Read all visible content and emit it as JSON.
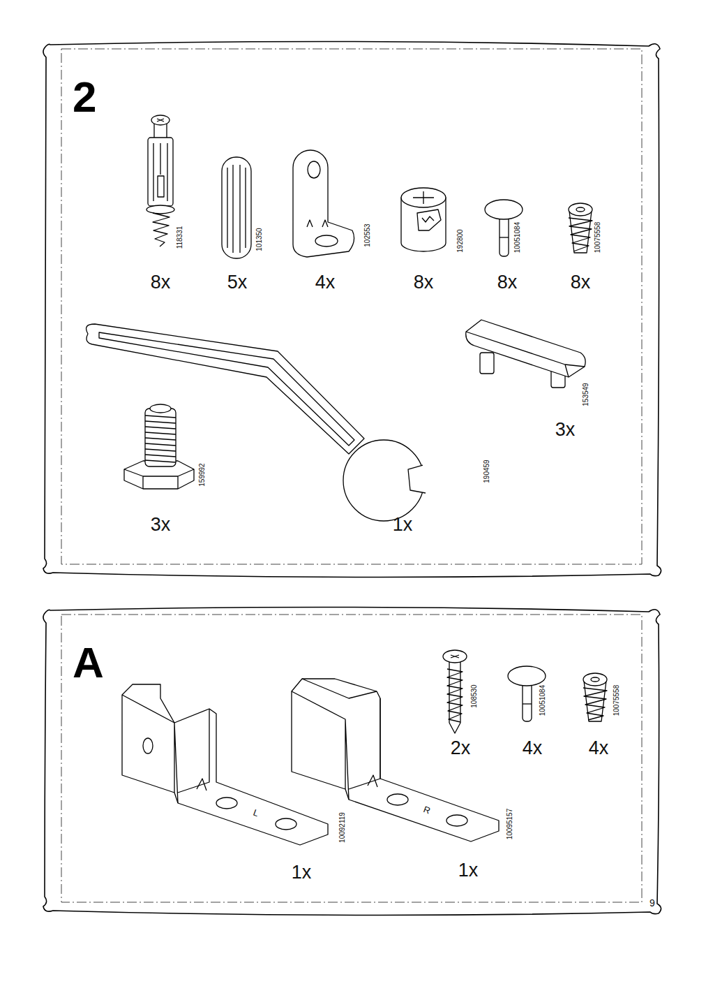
{
  "diagram": {
    "nodes": [
      {
        "text": [
          "2"
        ]
      },
      {
        "text": [
          "A"
        ]
      }
    ],
    "labels": [
      "118331",
      "8x",
      "101350",
      "5x",
      "102553",
      "4x",
      "192800",
      "8x",
      "10051084",
      "8x",
      "10075558",
      "8x",
      "153549",
      "3x",
      "159992",
      "3x",
      "190459",
      "1x",
      "10092119",
      "1x",
      "10095157",
      "1x",
      "108530",
      "2x",
      "10051084",
      "4x",
      "10075558",
      "4x",
      "L",
      "R",
      "9"
    ]
  }
}
